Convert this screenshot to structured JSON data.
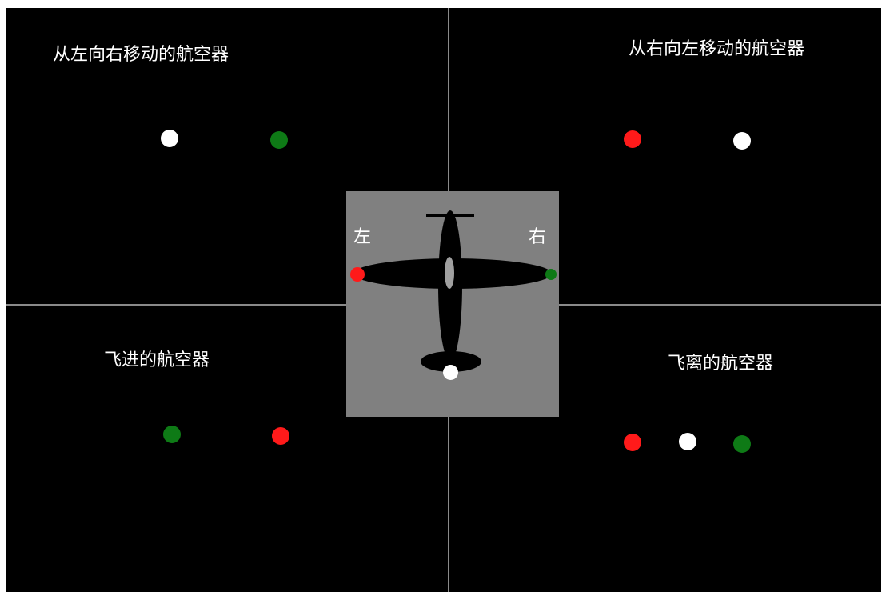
{
  "quadrants": {
    "top_left": {
      "title": "从左向右移动的航空器",
      "lights": [
        "white",
        "green"
      ]
    },
    "top_right": {
      "title": "从右向左移动的航空器",
      "lights": [
        "red",
        "white"
      ]
    },
    "bottom_left": {
      "title": "飞进的航空器",
      "lights": [
        "green",
        "red"
      ]
    },
    "bottom_right": {
      "title": "飞离的航空器",
      "lights": [
        "red",
        "white",
        "green"
      ]
    }
  },
  "aircraft": {
    "left_label": "左",
    "right_label": "右",
    "left_wing_light": "red",
    "right_wing_light": "green",
    "tail_light": "white"
  },
  "colors": {
    "background": "#000000",
    "divider": "#8a8a8a",
    "center_panel": "#808080",
    "red": "#ff1a1a",
    "green": "#0e7a16",
    "white": "#ffffff",
    "text": "#ffffff"
  }
}
